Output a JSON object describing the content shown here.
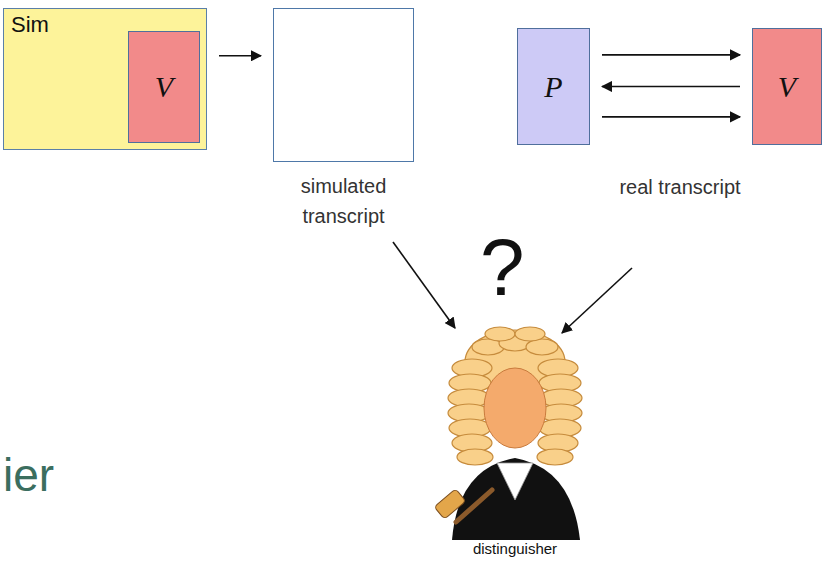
{
  "diagram": {
    "nodes": [
      {
        "text": [
          "Sim"
        ]
      },
      {
        "text": [
          "V"
        ],
        "in": 0
      },
      {
        "text": [
          "simulated transcript"
        ]
      },
      {
        "text": [
          "P"
        ]
      },
      {
        "text": [
          "V"
        ]
      }
    ],
    "edges": [
      {
        "from": 0,
        "to": 1,
        "arrow": "to"
      },
      {
        "from": 1,
        "to": 0,
        "arrow": "to"
      },
      {
        "from": 0,
        "to": 1,
        "arrow": "to"
      },
      {
        "from": 0,
        "to": 2,
        "arrow": "to"
      },
      {
        "from": 3,
        "to": 4,
        "arrow": "to"
      },
      {
        "from": 4,
        "to": 3,
        "arrow": "to"
      },
      {
        "from": 3,
        "to": 4,
        "arrow": "to"
      }
    ],
    "labels": [
      "real transcript",
      "?",
      "ier",
      "distinguisher"
    ]
  }
}
